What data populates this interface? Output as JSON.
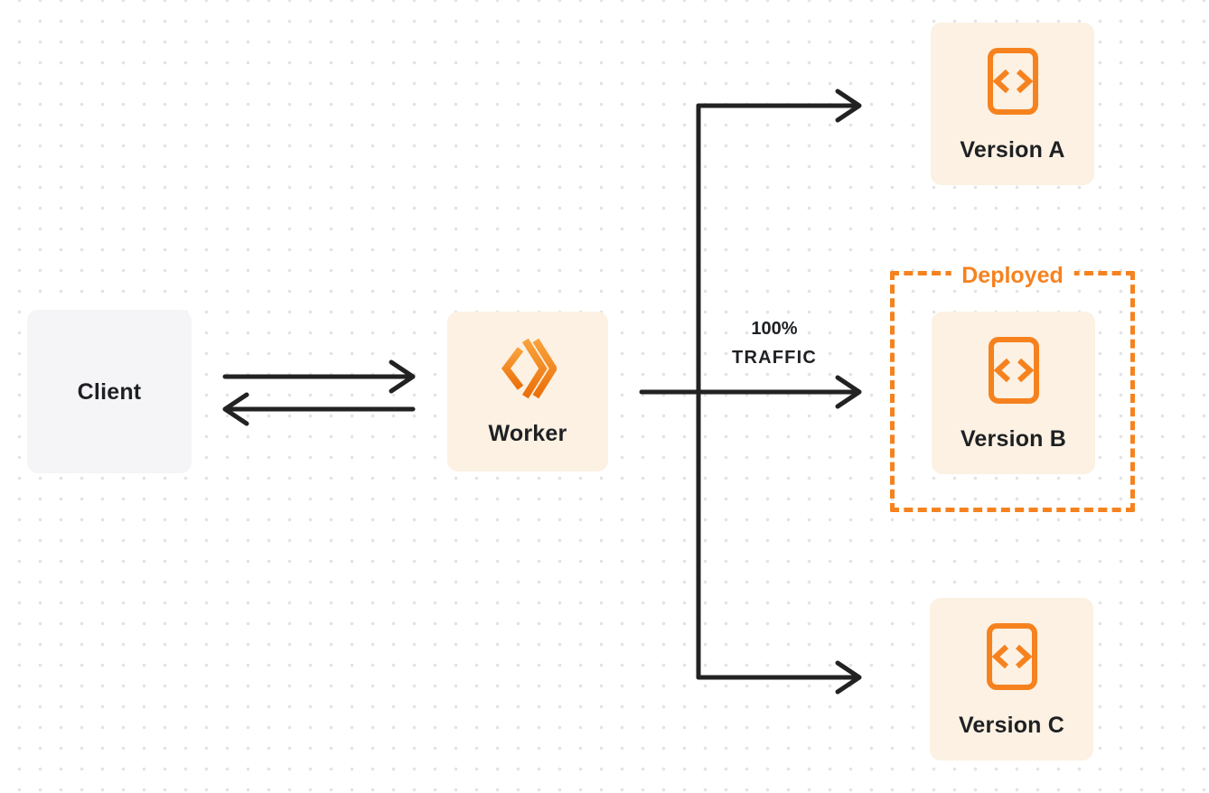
{
  "colors": {
    "accent": "#F6821F",
    "node_bg": "#FCF1E2",
    "client_bg": "#F5F5F7",
    "arrow": "#222222",
    "text": "#1E2023",
    "dot": "#E3E3E6",
    "page_bg": "#FFFFFF",
    "worker_logo_top": "#F9A23C",
    "worker_logo_bottom": "#EB6F09"
  },
  "nodes": {
    "client": {
      "label": "Client"
    },
    "worker": {
      "label": "Worker"
    },
    "version_a": {
      "label": "Version A"
    },
    "version_b": {
      "label": "Version B"
    },
    "version_c": {
      "label": "Version C"
    }
  },
  "deployed": {
    "label": "Deployed"
  },
  "traffic": {
    "percent": "100%",
    "caption": "TRAFFIC"
  },
  "icons": {
    "worker_logo": "cloudflare-workers-double-chevron",
    "version_file": "code-file-angle-brackets"
  }
}
